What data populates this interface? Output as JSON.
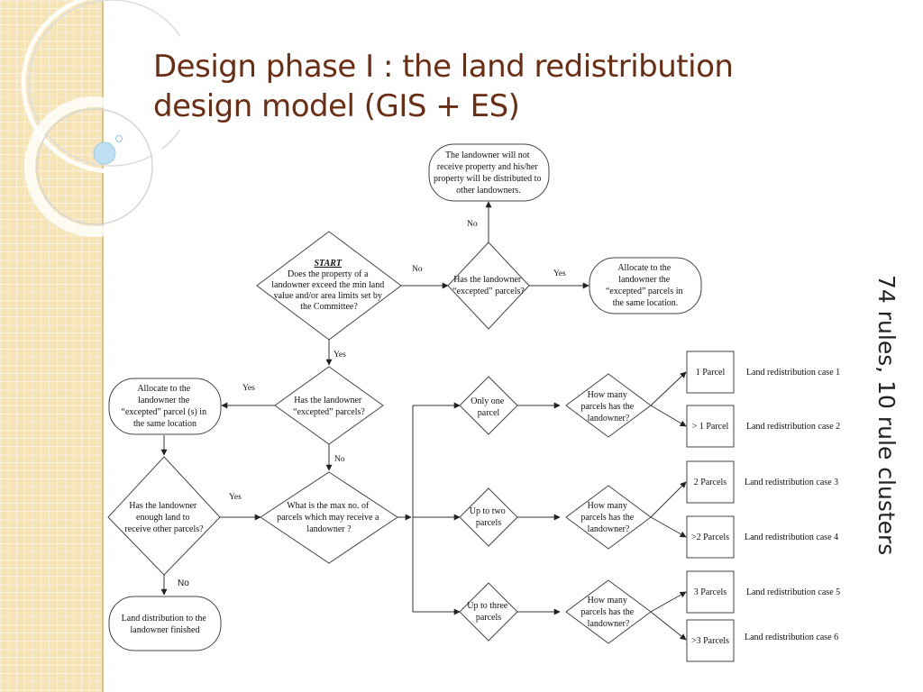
{
  "title": "Design phase I : the land redistribution design model (GIS + ES)",
  "side_note": "74 rules, 10 rule clusters",
  "nodes": {
    "top_out": [
      "The landowner will not",
      "receive property and his/her",
      "property will be distributed to",
      "other landowners."
    ],
    "start_label": "START",
    "start_q": [
      "Does the property of a",
      "landowner exceed the min land",
      "value and/or area limits set by",
      "the Committee?"
    ],
    "excepted_q1": [
      "Has the landowner",
      "“excepted” parcels?"
    ],
    "allocate_right": [
      "Allocate to the",
      "landowner the",
      "“excepted” parcels in",
      "the same location."
    ],
    "excepted_q2": [
      "Has the landowner",
      "“excepted” parcels?"
    ],
    "allocate_left": [
      "Allocate to the",
      "landowner the",
      "“excepted” parcel (s) in",
      "the same location"
    ],
    "enough_q": [
      "Has the landowner",
      "enough land to",
      "receive other parcels?"
    ],
    "max_q": [
      "What is the max no. of",
      "parcels which may receive a",
      "landowner ?"
    ],
    "finished": [
      "Land distribution to the",
      "landowner finished"
    ],
    "only_one": [
      "Only one",
      "parcel"
    ],
    "up_two": [
      "Up to two",
      "parcels"
    ],
    "up_three": [
      "Up to three",
      "parcels"
    ],
    "how_many": [
      "How many",
      "parcels has the",
      "landowner?"
    ],
    "parcel_counts": [
      "1 Parcel",
      "> 1 Parcel",
      "2 Parcels",
      ">2 Parcels",
      "3 Parcels",
      ">3 Parcels"
    ],
    "cases": [
      "Land redistribution case 1",
      "Land redistribution case 2",
      "Land redistribution case 3",
      "Land redistribution case 4",
      "Land redistribution case 5",
      "Land redistribution case 6"
    ]
  },
  "edge_labels": {
    "yes": "Yes",
    "no": "No"
  }
}
